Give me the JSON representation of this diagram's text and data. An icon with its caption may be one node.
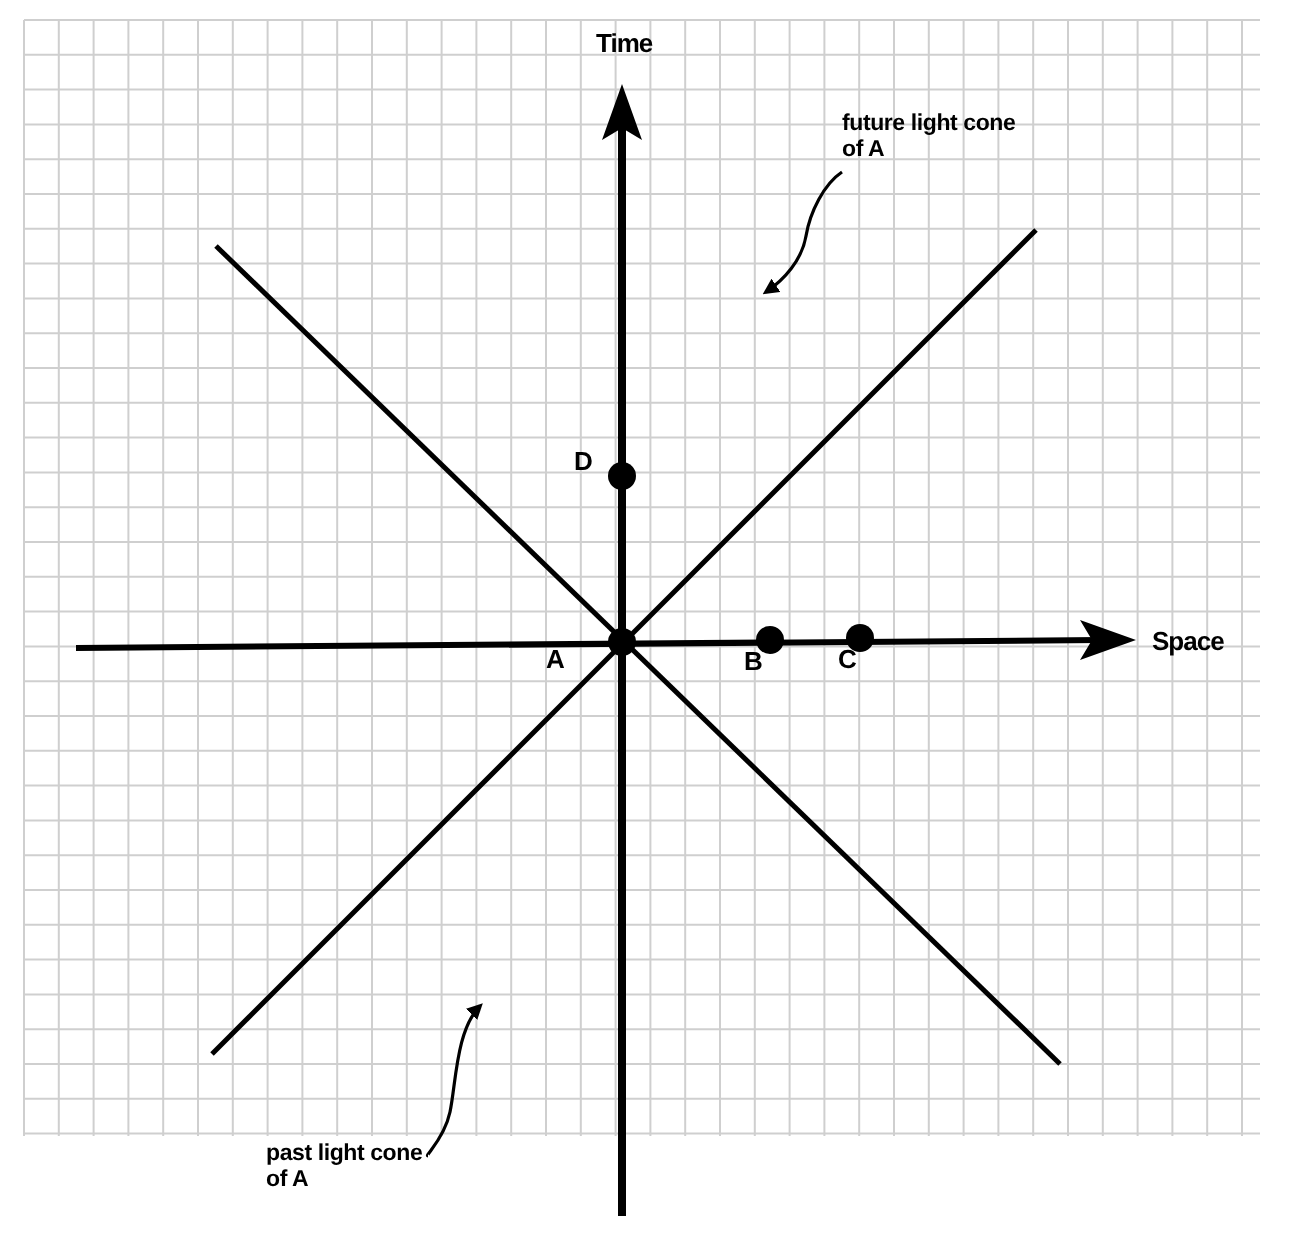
{
  "diagram": {
    "nodes": [
      {
        "text": [
          "future light cone of A"
        ]
      },
      {
        "text": [],
        "shape": "circle",
        "beside": [
          "D"
        ]
      },
      {
        "text": [],
        "shape": "circle",
        "beside": [
          "A"
        ]
      },
      {
        "text": [],
        "shape": "circle",
        "beside": [
          "B"
        ]
      },
      {
        "text": [],
        "shape": "circle",
        "beside": [
          "C"
        ]
      },
      {
        "text": [
          "past light cone of A"
        ]
      }
    ],
    "edges": [
      {
        "from": 0,
        "to": null,
        "arrow": "to"
      },
      {
        "from": 5,
        "to": null,
        "arrow": "to"
      }
    ],
    "labels": [
      "Time",
      "Space"
    ]
  }
}
